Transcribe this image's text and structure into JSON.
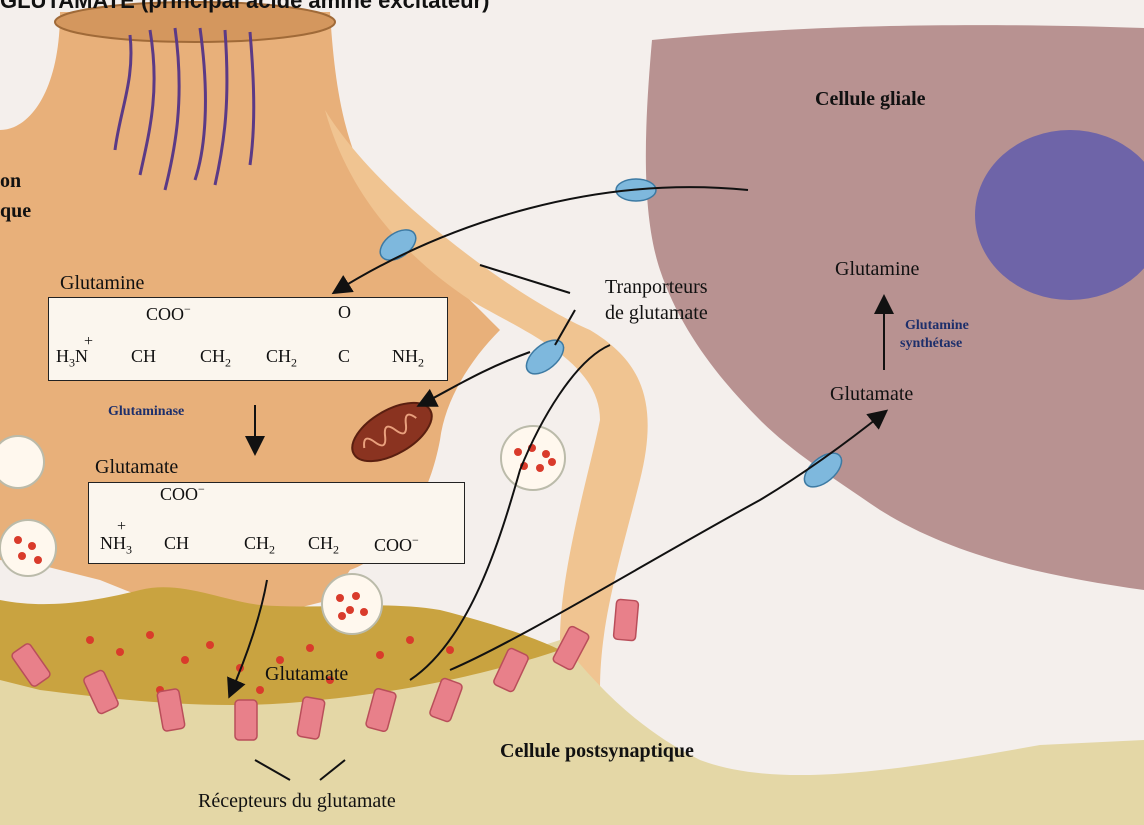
{
  "title": "GLUTAMATE (principal acide aminé excitateur)",
  "cell_labels": {
    "glial": "Cellule gliale",
    "postsynaptic": "Cellule postsynaptique",
    "presynaptic_line1": "on",
    "presynaptic_line2": "que"
  },
  "molecules": {
    "glutamine_left": "Glutamine",
    "glutamate_left": "Glutamate",
    "glutamate_cleft": "Glutamate",
    "glutamine_glial": "Glutamine",
    "glutamate_glial": "Glutamate"
  },
  "enzymes": {
    "glutaminase": "Glutaminase",
    "synthetase_line1": "Glutamine",
    "synthetase_line2": "synthétase"
  },
  "transporters": {
    "line1": "Tranporteurs",
    "line2": "de glutamate"
  },
  "receptors": "Récepteurs du glutamate",
  "glutamine_formula": {
    "coo": "COO",
    "coo_sup": "−",
    "o": "O",
    "plus": "+",
    "h3n": "H",
    "h3n_sub": "3",
    "h3n_n": "N",
    "ch": "CH",
    "ch2a": "CH",
    "ch2a_sub": "2",
    "ch2b": "CH",
    "ch2b_sub": "2",
    "c": "C",
    "nh2": "NH",
    "nh2_sub": "2"
  },
  "glutamate_formula": {
    "coo": "COO",
    "coo_sup": "−",
    "plus": "+",
    "nh3": "NH",
    "nh3_sub": "3",
    "ch": "CH",
    "ch2a": "CH",
    "ch2a_sub": "2",
    "ch2b": "CH",
    "ch2b_sub": "2",
    "coo_end": "COO",
    "coo_end_sup": "−"
  },
  "colors": {
    "neuron": "#e9b27d",
    "neuron_dark": "#c98a4e",
    "glia": "#b38b8a",
    "nucleus": "#6f62a6",
    "transporter": "#7eb8dd",
    "receptor": "#e8808a",
    "vesicle_dot": "#d93b2b",
    "cleft": "#c9a13a",
    "mitochondrion": "#8a3320"
  }
}
